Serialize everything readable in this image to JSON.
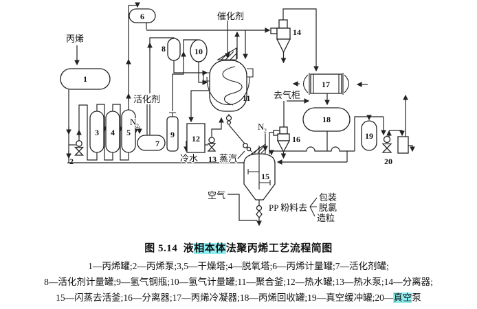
{
  "figure": {
    "caption": {
      "number": "图 5.14",
      "title_pre": "液",
      "title_highlight": "相本体",
      "title_post": "法聚丙烯工艺流程简图"
    },
    "legend": {
      "line1": "1—丙烯罐;2—丙烯泵;3,5—干燥塔;4—脱氧塔;6—丙烯计量罐;7—活化剂罐;",
      "line2": "8—活化剂计量罐;9—氢气钢瓶;10—氢气计量罐;11—聚合釜;12—热水罐;13—热水泵;14—分离器;",
      "line3_pre": "15—闪蒸去活釜;16—分离器;17—丙烯冷凝器;18—丙烯回收罐;19—真空缓冲罐;20—",
      "line3_highlight": "真空",
      "line3_post": "泵"
    }
  },
  "diagram": {
    "labels": {
      "propylene": "丙烯",
      "activator": "活化剂",
      "nitrogen": "N",
      "nitrogen_sub": "2",
      "catalyst": "催化剂",
      "to_gas_holder": "去气柜",
      "cold_water": "冷水",
      "steam": "蒸汽",
      "nitrogen2": "N",
      "nitrogen2_sub": "2",
      "air": "空气",
      "pp_powder_to": "PP 粉料去",
      "packaging": "包装",
      "dechlorination": "脱氯",
      "granulation": "造粒"
    },
    "equipment": [
      "1",
      "2",
      "3",
      "4",
      "5",
      "6",
      "7",
      "8",
      "9",
      "10",
      "11",
      "12",
      "13",
      "14",
      "15",
      "16",
      "17",
      "18",
      "19",
      "20"
    ]
  },
  "colors": {
    "highlight": "#8deef2",
    "line": "#222222"
  }
}
